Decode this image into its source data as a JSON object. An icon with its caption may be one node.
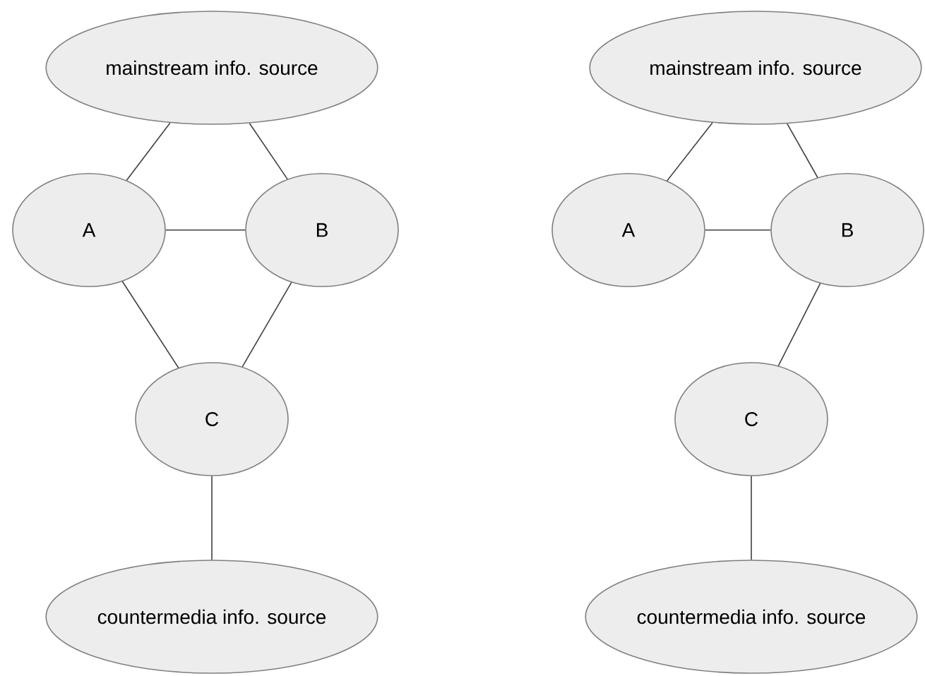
{
  "diagram": {
    "nodes": [
      {
        "text": [
          "mainstream info. source"
        ]
      },
      {
        "text": [
          "A"
        ]
      },
      {
        "text": [
          "B"
        ]
      },
      {
        "text": [
          "C"
        ]
      },
      {
        "text": [
          "countermedia info. source"
        ]
      },
      {
        "text": [
          "mainstream info. source"
        ]
      },
      {
        "text": [
          "A"
        ]
      },
      {
        "text": [
          "B"
        ]
      },
      {
        "text": [
          "C"
        ]
      },
      {
        "text": [
          "countermedia info. source"
        ]
      }
    ],
    "edges": [
      {
        "from": 0,
        "to": 1,
        "arrow": "none"
      },
      {
        "from": 0,
        "to": 2,
        "arrow": "none"
      },
      {
        "from": 1,
        "to": 2,
        "arrow": "none"
      },
      {
        "from": 1,
        "to": 3,
        "arrow": "none"
      },
      {
        "from": 2,
        "to": 3,
        "arrow": "none"
      },
      {
        "from": 3,
        "to": 4,
        "arrow": "none"
      },
      {
        "from": 5,
        "to": 6,
        "arrow": "none"
      },
      {
        "from": 5,
        "to": 7,
        "arrow": "none"
      },
      {
        "from": 6,
        "to": 7,
        "arrow": "none"
      },
      {
        "from": 7,
        "to": 8,
        "arrow": "none"
      },
      {
        "from": 8,
        "to": 9,
        "arrow": "none"
      }
    ]
  }
}
